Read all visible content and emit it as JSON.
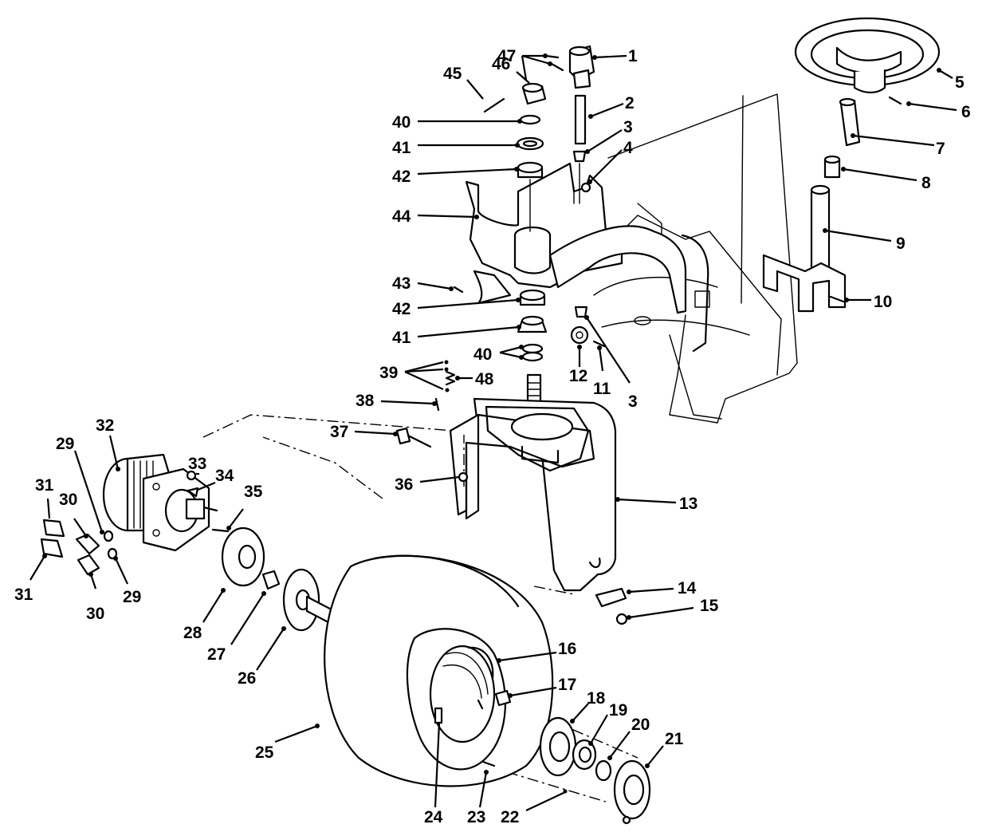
{
  "callouts": [
    {
      "id": "c1",
      "text": "1"
    },
    {
      "id": "c2",
      "text": "2"
    },
    {
      "id": "c3a",
      "text": "3"
    },
    {
      "id": "c3b",
      "text": "3"
    },
    {
      "id": "c4",
      "text": "4"
    },
    {
      "id": "c5",
      "text": "5"
    },
    {
      "id": "c6",
      "text": "6"
    },
    {
      "id": "c7",
      "text": "7"
    },
    {
      "id": "c8",
      "text": "8"
    },
    {
      "id": "c9",
      "text": "9"
    },
    {
      "id": "c10",
      "text": "10"
    },
    {
      "id": "c11",
      "text": "11"
    },
    {
      "id": "c12",
      "text": "12"
    },
    {
      "id": "c13",
      "text": "13"
    },
    {
      "id": "c14",
      "text": "14"
    },
    {
      "id": "c15",
      "text": "15"
    },
    {
      "id": "c16",
      "text": "16"
    },
    {
      "id": "c17",
      "text": "17"
    },
    {
      "id": "c18",
      "text": "18"
    },
    {
      "id": "c19",
      "text": "19"
    },
    {
      "id": "c20",
      "text": "20"
    },
    {
      "id": "c21",
      "text": "21"
    },
    {
      "id": "c22",
      "text": "22"
    },
    {
      "id": "c23",
      "text": "23"
    },
    {
      "id": "c24",
      "text": "24"
    },
    {
      "id": "c25",
      "text": "25"
    },
    {
      "id": "c26",
      "text": "26"
    },
    {
      "id": "c27",
      "text": "27"
    },
    {
      "id": "c28",
      "text": "28"
    },
    {
      "id": "c29a",
      "text": "29"
    },
    {
      "id": "c29b",
      "text": "29"
    },
    {
      "id": "c30a",
      "text": "30"
    },
    {
      "id": "c30b",
      "text": "30"
    },
    {
      "id": "c31a",
      "text": "31"
    },
    {
      "id": "c31b",
      "text": "31"
    },
    {
      "id": "c32",
      "text": "32"
    },
    {
      "id": "c33",
      "text": "33"
    },
    {
      "id": "c34",
      "text": "34"
    },
    {
      "id": "c35",
      "text": "35"
    },
    {
      "id": "c36",
      "text": "36"
    },
    {
      "id": "c37",
      "text": "37"
    },
    {
      "id": "c38",
      "text": "38"
    },
    {
      "id": "c39",
      "text": "39"
    },
    {
      "id": "c40a",
      "text": "40"
    },
    {
      "id": "c40b",
      "text": "40"
    },
    {
      "id": "c41a",
      "text": "41"
    },
    {
      "id": "c41b",
      "text": "41"
    },
    {
      "id": "c42a",
      "text": "42"
    },
    {
      "id": "c42b",
      "text": "42"
    },
    {
      "id": "c43",
      "text": "43"
    },
    {
      "id": "c44",
      "text": "44"
    },
    {
      "id": "c45",
      "text": "45"
    },
    {
      "id": "c46",
      "text": "46"
    },
    {
      "id": "c47",
      "text": "47"
    },
    {
      "id": "c48",
      "text": "48"
    }
  ]
}
